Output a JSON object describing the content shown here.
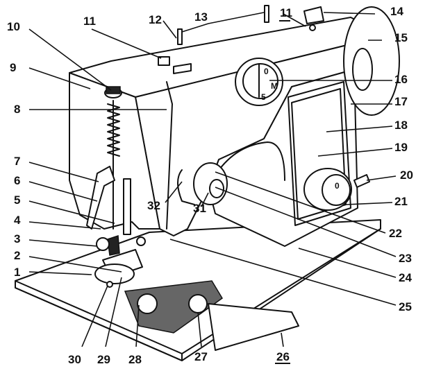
{
  "diagram": {
    "labels": [
      {
        "id": "1",
        "text": "1"
      },
      {
        "id": "2",
        "text": "2"
      },
      {
        "id": "3",
        "text": "3"
      },
      {
        "id": "4",
        "text": "4"
      },
      {
        "id": "5",
        "text": "5"
      },
      {
        "id": "6",
        "text": "6"
      },
      {
        "id": "7",
        "text": "7"
      },
      {
        "id": "8",
        "text": "8"
      },
      {
        "id": "9",
        "text": "9"
      },
      {
        "id": "10",
        "text": "10"
      },
      {
        "id": "11a",
        "text": "11"
      },
      {
        "id": "11b",
        "text": "11"
      },
      {
        "id": "12",
        "text": "12"
      },
      {
        "id": "13",
        "text": "13"
      },
      {
        "id": "14",
        "text": "14"
      },
      {
        "id": "15",
        "text": "15"
      },
      {
        "id": "16",
        "text": "16"
      },
      {
        "id": "17",
        "text": "17"
      },
      {
        "id": "18",
        "text": "18"
      },
      {
        "id": "19",
        "text": "19"
      },
      {
        "id": "20",
        "text": "20"
      },
      {
        "id": "21",
        "text": "21"
      },
      {
        "id": "22",
        "text": "22"
      },
      {
        "id": "23",
        "text": "23"
      },
      {
        "id": "24",
        "text": "24"
      },
      {
        "id": "25",
        "text": "25"
      },
      {
        "id": "26",
        "text": "26"
      },
      {
        "id": "27",
        "text": "27"
      },
      {
        "id": "28",
        "text": "28"
      },
      {
        "id": "29",
        "text": "29"
      },
      {
        "id": "30",
        "text": "30"
      },
      {
        "id": "31",
        "text": "31"
      },
      {
        "id": "32",
        "text": "32"
      }
    ],
    "stitch_dial": {
      "marks": [
        "0",
        "5",
        "M"
      ]
    },
    "regulator_dial": {
      "mark": "0"
    }
  }
}
